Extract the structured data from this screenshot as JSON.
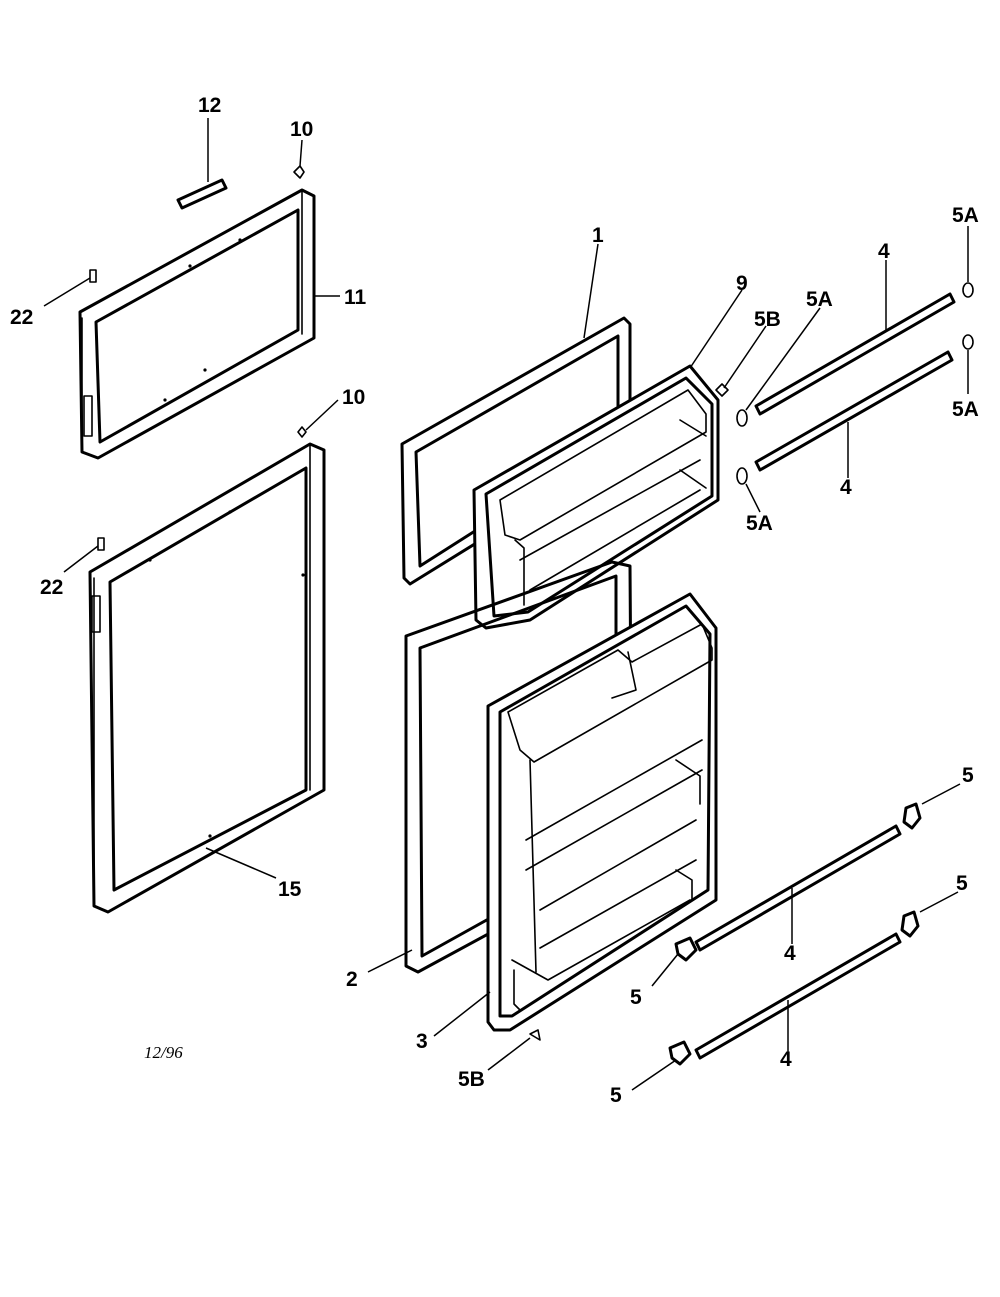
{
  "diagram": {
    "date_note": "12/96",
    "labels": {
      "p12": "12",
      "p10_top": "10",
      "p11": "11",
      "p22_top": "22",
      "p10_mid": "10",
      "p22_mid": "22",
      "p15": "15",
      "p1": "1",
      "p9": "9",
      "p5b_top": "5B",
      "p5a_a": "5A",
      "p4_top": "4",
      "p5a_b": "5A",
      "p5a_c": "5A",
      "p4_mid": "4",
      "p5a_d": "5A",
      "p2": "2",
      "p3": "3",
      "p5b_bottom": "5B",
      "p5_a": "5",
      "p5_b": "5",
      "p4_low1": "4",
      "p5_c": "5",
      "p4_low2": "4",
      "p5_d": "5"
    }
  }
}
